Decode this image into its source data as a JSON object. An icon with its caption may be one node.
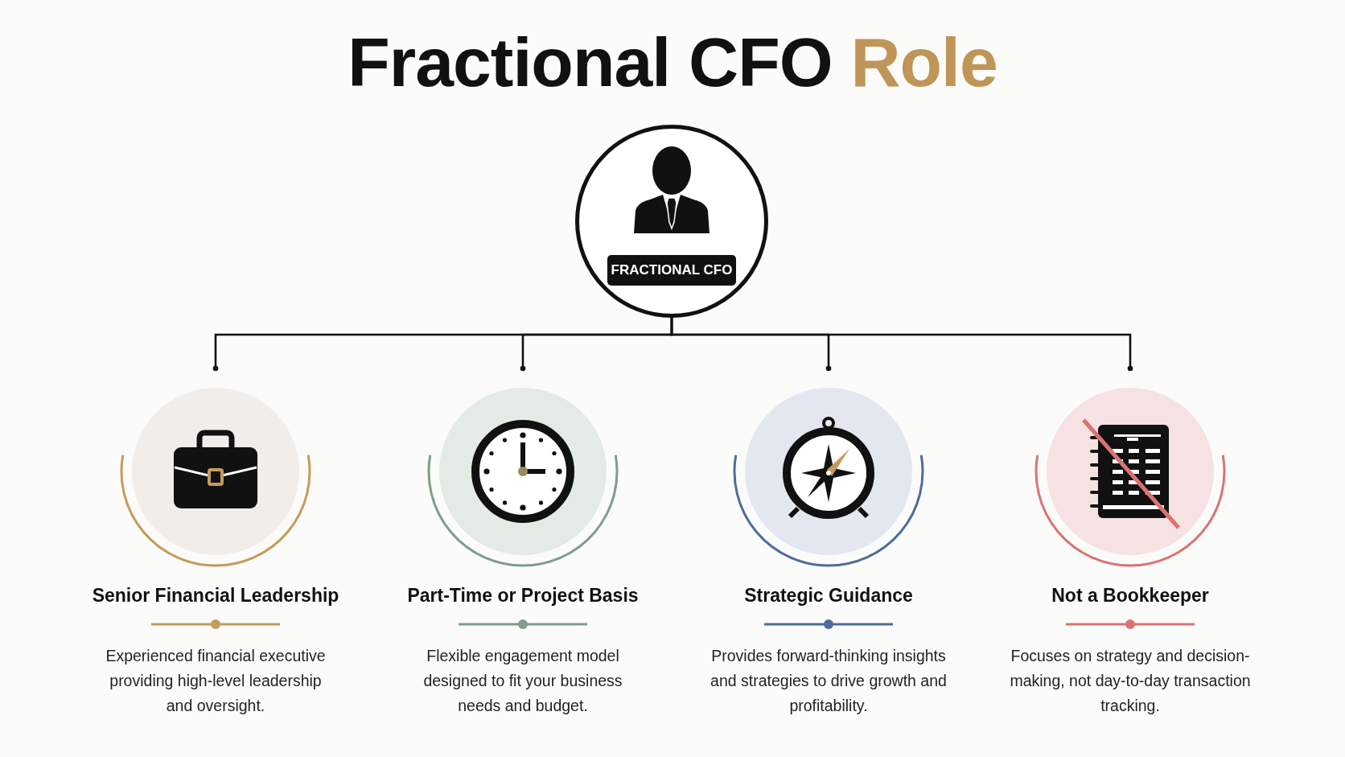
{
  "diagram": {
    "title": "Fractional CFO Role",
    "nodes": [
      {
        "text": [
          "FRACTIONAL CFO"
        ]
      },
      {
        "text": [
          "Senior Financial Leadership",
          "Experienced financial executive providing high-level leadership and oversight."
        ]
      },
      {
        "text": [
          "Part-Time or Project Basis",
          "Flexible engagement model designed to fit your business needs and budget."
        ]
      },
      {
        "text": [
          "Strategic Guidance",
          "Provides forward-thinking insights and strategies to drive growth and profitability."
        ]
      },
      {
        "text": [
          "Not a Bookkeeper",
          "Focuses on strategy and decision-making, not day-to-day transaction tracking."
        ]
      }
    ],
    "edges": [
      {
        "from": 0,
        "to": 1,
        "arrow": "other"
      },
      {
        "from": 0,
        "to": 2,
        "arrow": "other"
      },
      {
        "from": 0,
        "to": 3,
        "arrow": "other"
      },
      {
        "from": 0,
        "to": 4,
        "arrow": "other"
      }
    ]
  }
}
